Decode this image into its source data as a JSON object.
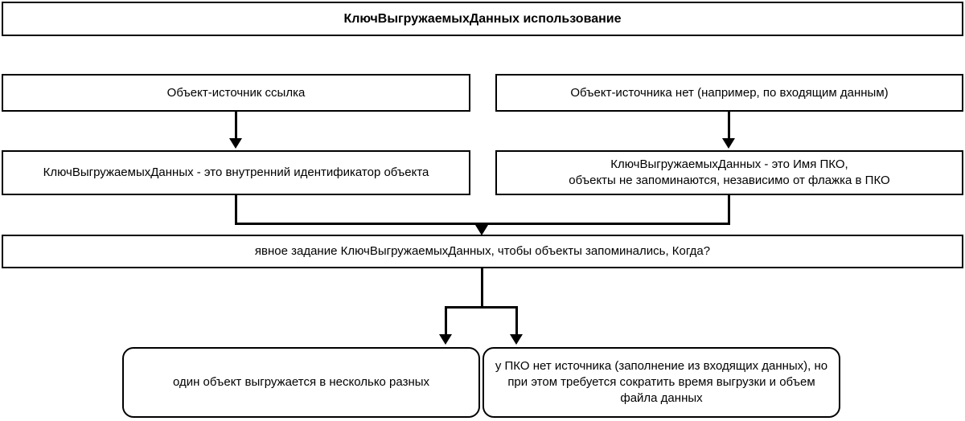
{
  "diagram": {
    "title": "КлючВыгружаемыхДанных использование",
    "nodes": {
      "title_box": "КлючВыгружаемыхДанных использование",
      "left_source": "Объект-источник ссылка",
      "right_source": "Объект-источника нет (например, по входящим данным)",
      "left_result": "КлючВыгружаемыхДанных - это внутренний идентификатор объекта",
      "right_result": "КлючВыгружаемыхДанных - это Имя ПКО,\nобъекты не запоминаются, независимо от флажка в ПКО",
      "merge_question": "явное задание КлючВыгружаемыхДанных, чтобы объекты запоминались, Когда?",
      "answer_left": "один объект выгружается в несколько разных",
      "answer_right": "у ПКО нет источника (заполнение из входящих данных), но при этом требуется сократить время выгрузки и объем файла данных"
    },
    "colors": {
      "stroke": "#000000",
      "fill": "#ffffff",
      "text": "#000000"
    }
  }
}
